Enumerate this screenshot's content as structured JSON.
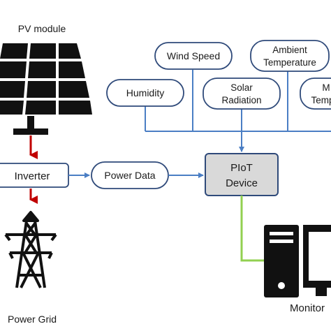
{
  "nodes": {
    "pv_module": "PV module",
    "inverter": "Inverter",
    "power_grid": "Power Grid",
    "power_data": "Power Data",
    "piot_line1": "PIoT",
    "piot_line2": "Device",
    "monitor": "Monitor",
    "wind_speed": "Wind Speed",
    "ambient_line1": "Ambient",
    "ambient_line2": "Temperature",
    "humidity": "Humidity",
    "solar_line1": "Solar",
    "solar_line2": "Radiation",
    "module_temp_line1": "M",
    "module_temp_line2": "Temp"
  },
  "colors": {
    "outline": "#2f4a7a",
    "arrow_blue": "#4a7ec4",
    "arrow_red": "#c00000",
    "link_green": "#92d050",
    "piot_fill": "#d9d9d9",
    "icon_black": "#111111"
  }
}
